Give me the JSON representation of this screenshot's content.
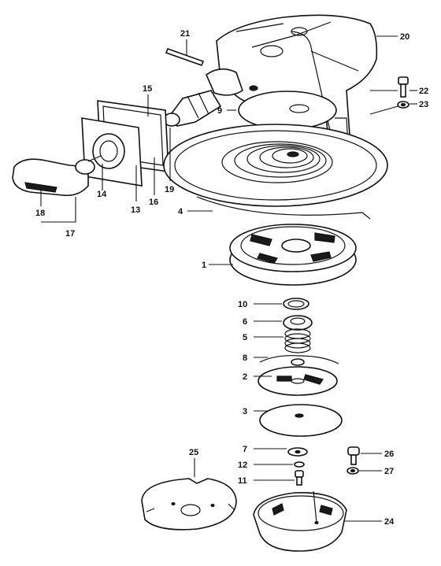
{
  "callouts": [
    {
      "id": "c20",
      "label": "20"
    },
    {
      "id": "c21",
      "label": "21"
    },
    {
      "id": "c22",
      "label": "22"
    },
    {
      "id": "c23",
      "label": "23"
    },
    {
      "id": "c9",
      "label": "9"
    },
    {
      "id": "c15",
      "label": "15"
    },
    {
      "id": "c19",
      "label": "19"
    },
    {
      "id": "c16",
      "label": "16"
    },
    {
      "id": "c13",
      "label": "13"
    },
    {
      "id": "c14",
      "label": "14"
    },
    {
      "id": "c18",
      "label": "18"
    },
    {
      "id": "c17",
      "label": "17"
    },
    {
      "id": "c4",
      "label": "4"
    },
    {
      "id": "c1",
      "label": "1"
    },
    {
      "id": "c10",
      "label": "10"
    },
    {
      "id": "c6",
      "label": "6"
    },
    {
      "id": "c5",
      "label": "5"
    },
    {
      "id": "c8",
      "label": "8"
    },
    {
      "id": "c2",
      "label": "2"
    },
    {
      "id": "c3",
      "label": "3"
    },
    {
      "id": "c7",
      "label": "7"
    },
    {
      "id": "c12",
      "label": "12"
    },
    {
      "id": "c11",
      "label": "11"
    },
    {
      "id": "c25",
      "label": "25"
    },
    {
      "id": "c26",
      "label": "26"
    },
    {
      "id": "c27",
      "label": "27"
    },
    {
      "id": "c24",
      "label": "24"
    }
  ]
}
